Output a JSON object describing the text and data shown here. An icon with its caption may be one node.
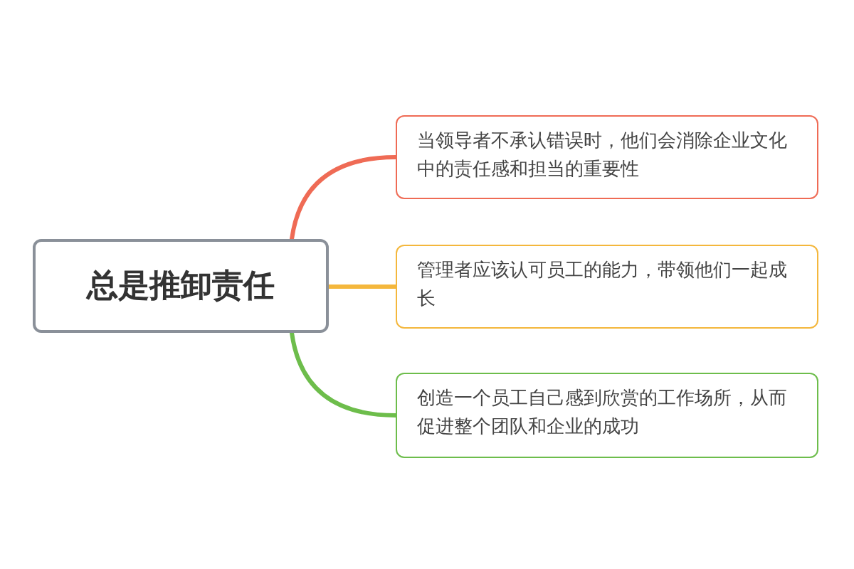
{
  "diagram": {
    "nodes": [
      {
        "text": [
          "总是推卸责任"
        ]
      },
      {
        "text": [
          "当领导者不承认错误时，他们会消除企业文化中的责任感和担当的重要性"
        ]
      },
      {
        "text": [
          "管理者应该认可员工的能力，带领他们一起成长"
        ]
      },
      {
        "text": [
          "创造一个员工自己感到欣赏的工作场所，从而促进整个团队和企业的成功"
        ]
      }
    ],
    "edges": [
      {
        "from": 0,
        "to": 1,
        "arrow": "none",
        "color": "#ef6b55"
      },
      {
        "from": 0,
        "to": 2,
        "arrow": "none",
        "color": "#f4b73c"
      },
      {
        "from": 0,
        "to": 3,
        "arrow": "none",
        "color": "#6dbd4b"
      }
    ]
  }
}
